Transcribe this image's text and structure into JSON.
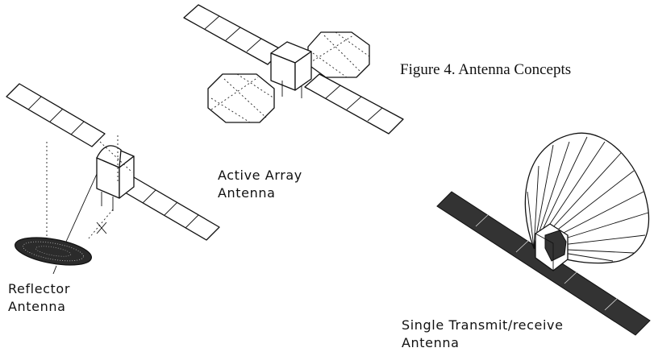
{
  "figure": {
    "caption": "Figure 4. Antenna Concepts"
  },
  "labels": {
    "active_array": [
      "Active Array",
      "Antenna"
    ],
    "reflector": [
      "Reflector",
      "Antenna"
    ],
    "single": [
      "Single Transmit/receive",
      "Antenna"
    ]
  },
  "colors": {
    "ink": "#111111",
    "background": "#ffffff"
  }
}
